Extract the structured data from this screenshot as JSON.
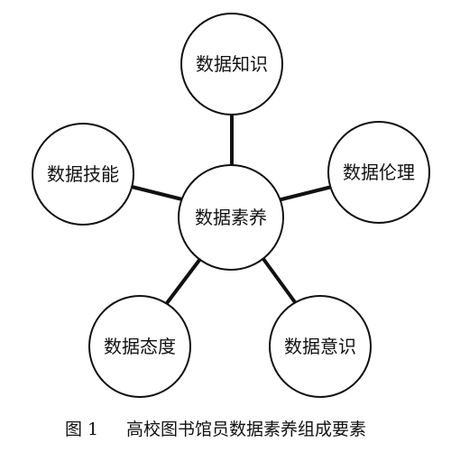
{
  "diagram": {
    "center": {
      "label": "数据素养"
    },
    "satellites": {
      "knowledge": {
        "label": "数据知识"
      },
      "ethics": {
        "label": "数据伦理"
      },
      "awareness": {
        "label": "数据意识"
      },
      "attitude": {
        "label": "数据态度"
      },
      "skills": {
        "label": "数据技能"
      }
    }
  },
  "caption": {
    "figure_number": "图 1",
    "title": "高校图书馆员数据素养组成要素"
  }
}
